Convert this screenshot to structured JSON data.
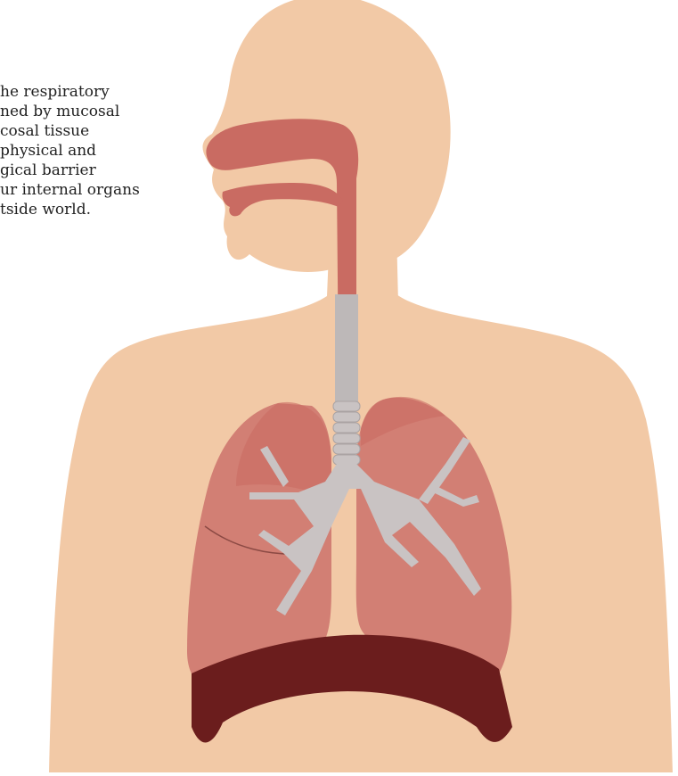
{
  "caption": {
    "lines": [
      "he respiratory",
      "ned by mucosal",
      "cosal tissue",
      "physical and",
      "gical barrier",
      "ur internal organs",
      "tside world."
    ]
  },
  "colors": {
    "skin": "#f2c9a6",
    "airway": "#c96b62",
    "lung": "#d27f74",
    "lung_light": "#db948a",
    "bronchi": "#c9c3c3",
    "trachea": "#bdb8b8",
    "diaphragm": "#6b1d1d",
    "background": "#ffffff"
  }
}
